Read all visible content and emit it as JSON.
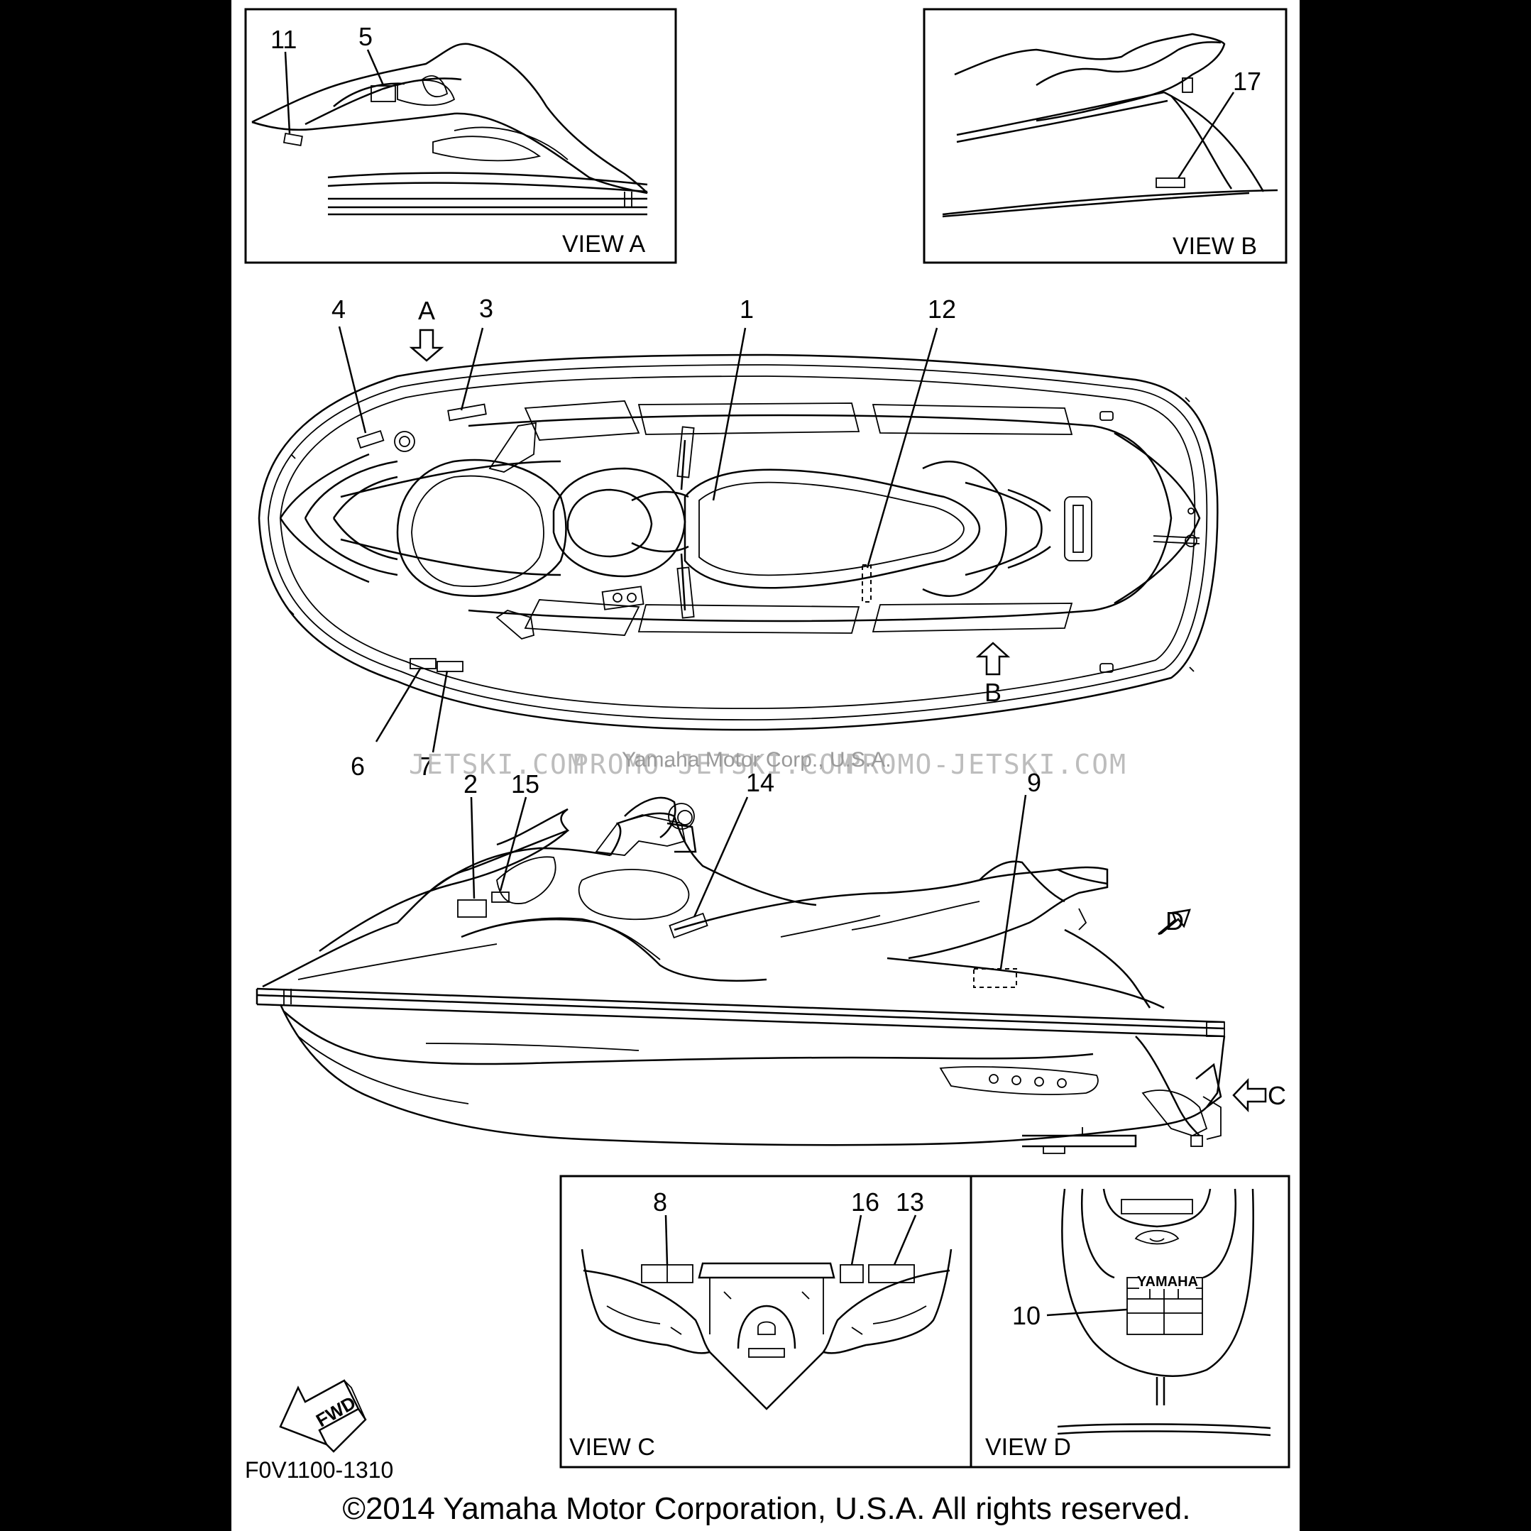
{
  "views": {
    "a": "VIEW A",
    "b": "VIEW B",
    "c": "VIEW C",
    "d": "VIEW D"
  },
  "direction_letters": {
    "a": "A",
    "b": "B",
    "c": "C",
    "d": "D"
  },
  "callouts": {
    "n1": "1",
    "n2": "2",
    "n3": "3",
    "n4": "4",
    "n5": "5",
    "n6": "6",
    "n7": "7",
    "n8": "8",
    "n9": "9",
    "n10": "10",
    "n11": "11",
    "n12": "12",
    "n13": "13",
    "n14": "14",
    "n15": "15",
    "n16": "16",
    "n17": "17"
  },
  "fwd_label": "FWD",
  "brand_decal": "YAMAHA",
  "watermark": {
    "left": "JETSKI.COM",
    "middle": "PROMO-JETSKI.COM",
    "right": "PROMO-JETSKI.COM",
    "faint": "Yamaha Motor Corp., U.S.A."
  },
  "diagram_code": "F0V1100-1310",
  "copyright": "©2014 Yamaha Motor Corporation, U.S.A. All rights reserved."
}
